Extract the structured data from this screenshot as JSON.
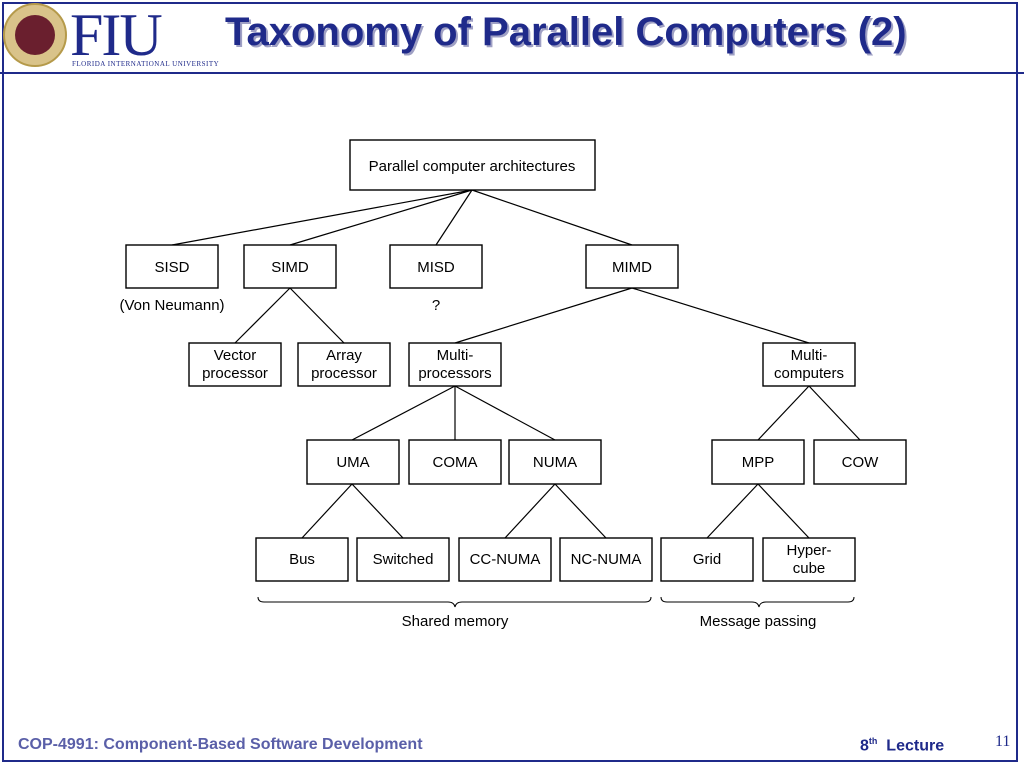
{
  "header": {
    "logo_text": "FIU",
    "logo_subtitle": "FLORIDA INTERNATIONAL UNIVERSITY",
    "title": "Taxonomy of Parallel Computers (2)"
  },
  "diagram": {
    "root": "Parallel computer architectures",
    "sisd": "SISD",
    "simd": "SIMD",
    "misd": "MISD",
    "mimd": "MIMD",
    "von_neumann": "(Von Neumann)",
    "question": "?",
    "vector_processor": [
      "Vector",
      "processor"
    ],
    "array_processor": [
      "Array",
      "processor"
    ],
    "multi_processors": [
      "Multi-",
      "processors"
    ],
    "multi_computers": [
      "Multi-",
      "computers"
    ],
    "uma": "UMA",
    "coma": "COMA",
    "numa": "NUMA",
    "mpp": "MPP",
    "cow": "COW",
    "bus": "Bus",
    "switched": "Switched",
    "cc_numa": "CC-NUMA",
    "nc_numa": "NC-NUMA",
    "grid": "Grid",
    "hypercube": [
      "Hyper-",
      "cube"
    ],
    "shared_memory": "Shared memory",
    "message_passing": "Message passing"
  },
  "footer": {
    "course": "COP-4991: Component-Based Software Development",
    "lecture_num": "8",
    "lecture_sup": "th",
    "lecture_word": "Lecture",
    "page": "11"
  }
}
